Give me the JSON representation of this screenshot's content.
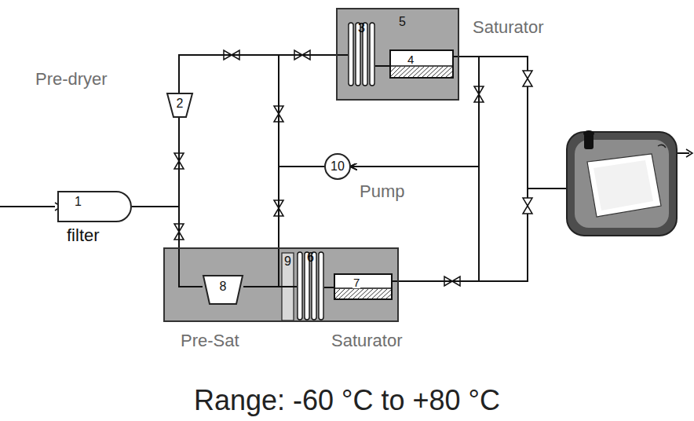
{
  "diagram": {
    "caption": "Range:  -60 °C to +80 °C",
    "nodes": [
      {
        "text": [
          "1",
          "filter"
        ]
      },
      {
        "text": [
          "Pre-dryer",
          "2"
        ]
      },
      {
        "text": [
          "Saturator",
          "5"
        ]
      },
      {
        "text": [
          "3"
        ],
        "in": 2
      },
      {
        "text": [
          "4"
        ],
        "in": 2
      },
      {
        "text": [
          "10",
          "Pump"
        ]
      },
      {
        "text": [
          "Pre-Sat",
          "Saturator"
        ]
      },
      {
        "text": [
          "8"
        ],
        "in": 6
      },
      {
        "text": [
          "6"
        ],
        "in": 6
      },
      {
        "text": [
          "7"
        ],
        "in": 6
      }
    ],
    "edges": [
      {
        "from": 0,
        "to": 1,
        "arrow": "none"
      },
      {
        "from": 1,
        "to": 3,
        "arrow": "none"
      },
      {
        "from": 0,
        "to": 7,
        "arrow": "none"
      },
      {
        "from": 5,
        "to": 3,
        "arrow": "none"
      },
      {
        "from": 5,
        "to": 8,
        "arrow": "none"
      },
      {
        "from": 7,
        "to": 8,
        "arrow": "none"
      },
      {
        "from": 3,
        "to": 4,
        "arrow": "none"
      },
      {
        "from": 8,
        "to": 9,
        "arrow": "none"
      },
      {
        "from": 4,
        "to": 5,
        "arrow": "to"
      },
      {
        "from": 9,
        "to": 5,
        "arrow": "to"
      }
    ],
    "labels": [
      "9"
    ]
  }
}
